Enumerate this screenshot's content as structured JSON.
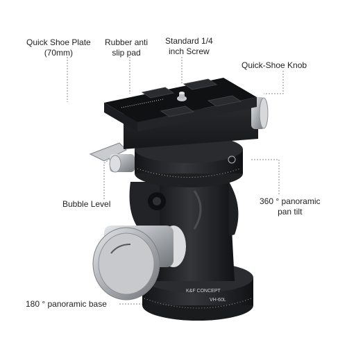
{
  "callouts": {
    "quick_shoe_plate": [
      "Quick Shoe Plate",
      "(70mm)"
    ],
    "rubber_pad": [
      "Rubber anti",
      "slip pad"
    ],
    "screw": [
      "Standard 1/4",
      "inch Screw"
    ],
    "knob": "Quick-Shoe Knob",
    "bubble_level": "Bubble Level",
    "pan_tilt": [
      "360 ° panoramic",
      "pan tilt"
    ],
    "base": "180 ° panoramic base"
  },
  "product_marks": {
    "brand": "K&F CONCEPT",
    "model": "VH-60L"
  },
  "colors": {
    "body_dark": "#1b1c1e",
    "body_mid": "#2c2d30",
    "knob_silver": "#b9bcc1",
    "bubble_green": "#4fc23a",
    "leader_line": "#8a8a8a"
  }
}
